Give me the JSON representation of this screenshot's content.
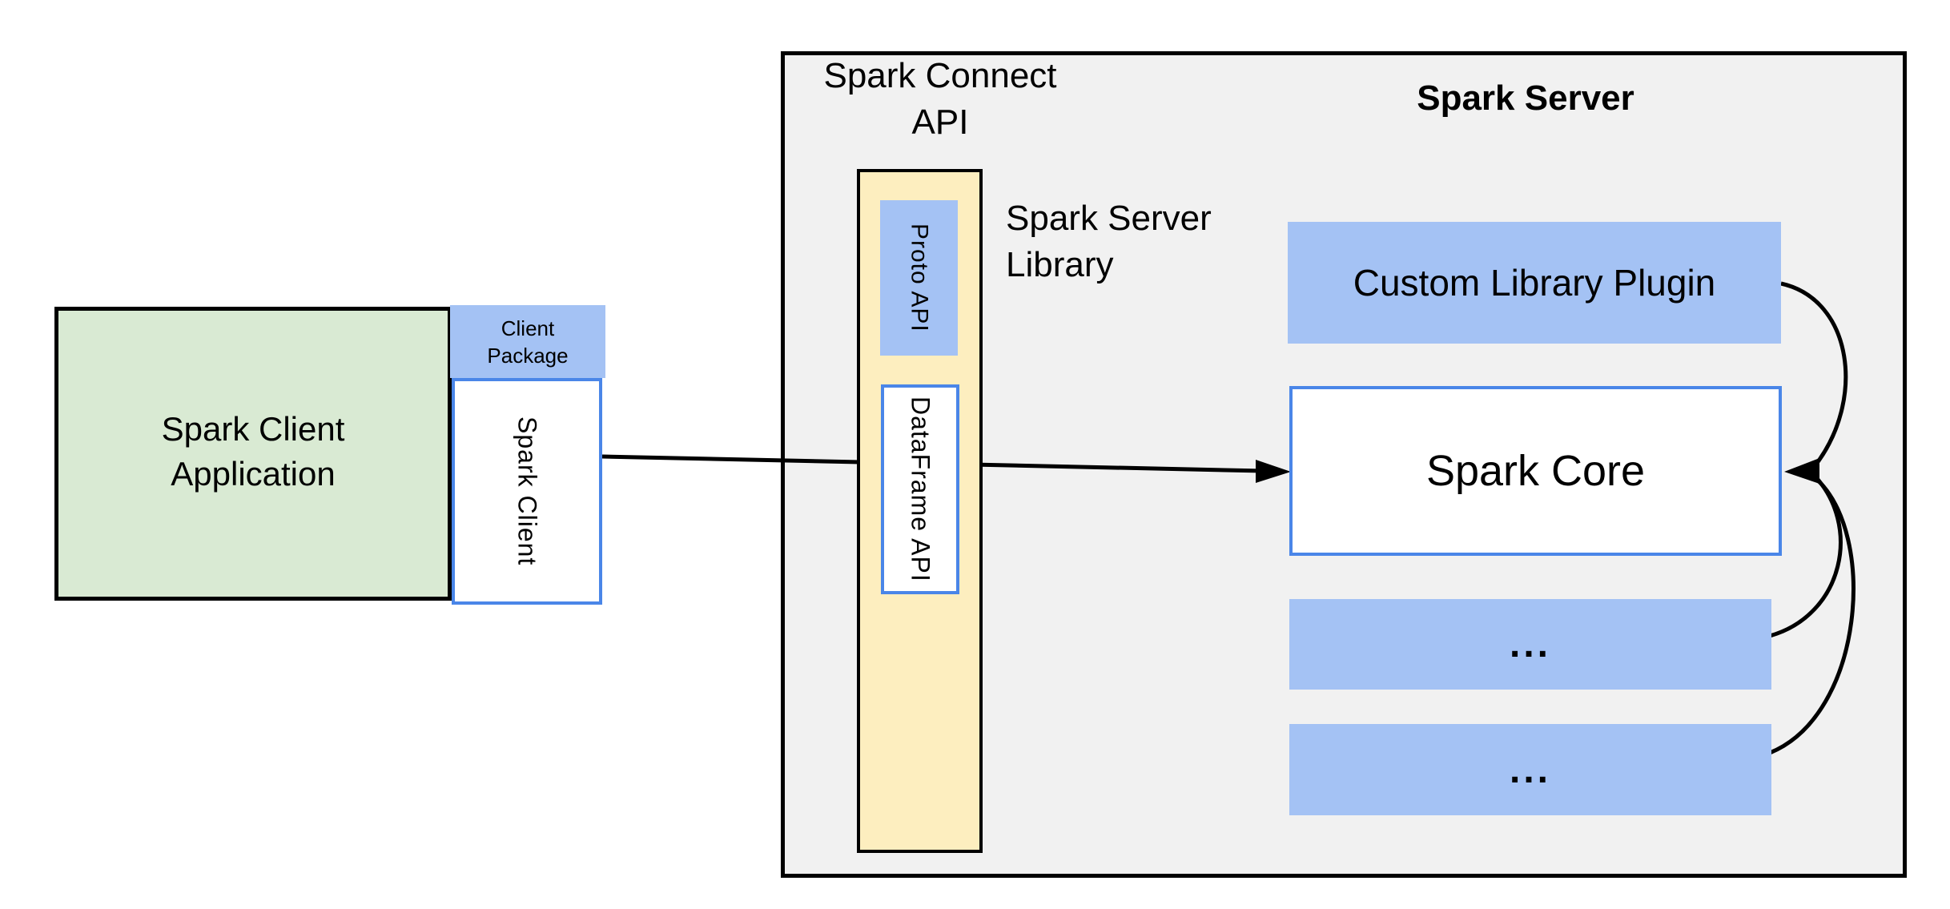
{
  "colors": {
    "blue_fill": "#a4c2f4",
    "blue_border": "#4a86e8",
    "green_fill": "#d9ead3",
    "yellow_fill": "#fdeebf",
    "gray_fill": "#f1f1f1",
    "line_black": "#000000"
  },
  "client_side": {
    "app_label": "Spark Client Application",
    "package_label": "Client Package",
    "spark_client_label": "Spark Client"
  },
  "connect_api": {
    "heading": "Spark Connect API",
    "proto_api_label": "Proto API",
    "dataframe_api_label": "DataFrame API",
    "library_label": "Spark Server Library"
  },
  "server": {
    "heading": "Spark Server",
    "plugin_label": "Custom Library Plugin",
    "core_label": "Spark Core",
    "ellipsis_box_1": "...",
    "ellipsis_box_2": "..."
  }
}
